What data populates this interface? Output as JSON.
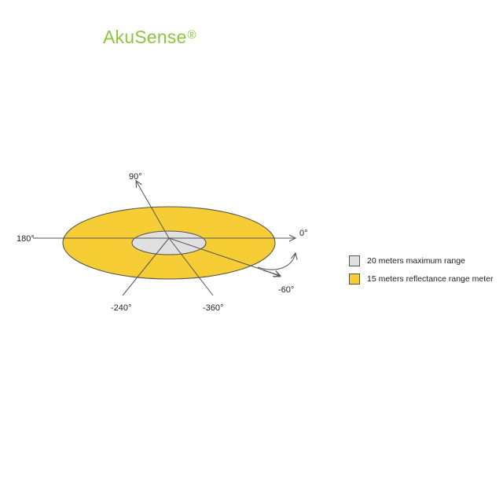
{
  "brand": {
    "name": "AkuSense",
    "mark": "®",
    "color": "#8cc63f"
  },
  "diagram": {
    "angle_labels": {
      "a90": "90°",
      "a0": "0°",
      "a180": "180°",
      "am60": "-60°",
      "am240": "-240°",
      "am360": "-360°"
    },
    "colors": {
      "outer_fill": "#f7cd35",
      "inner_fill": "#e0e0e0",
      "stroke": "#555555"
    }
  },
  "legend": {
    "items": [
      {
        "label": "20 meters maximum range",
        "color": "#e0e0e0"
      },
      {
        "label": "15 meters reflectance range meter",
        "color": "#f7cd35"
      }
    ]
  }
}
